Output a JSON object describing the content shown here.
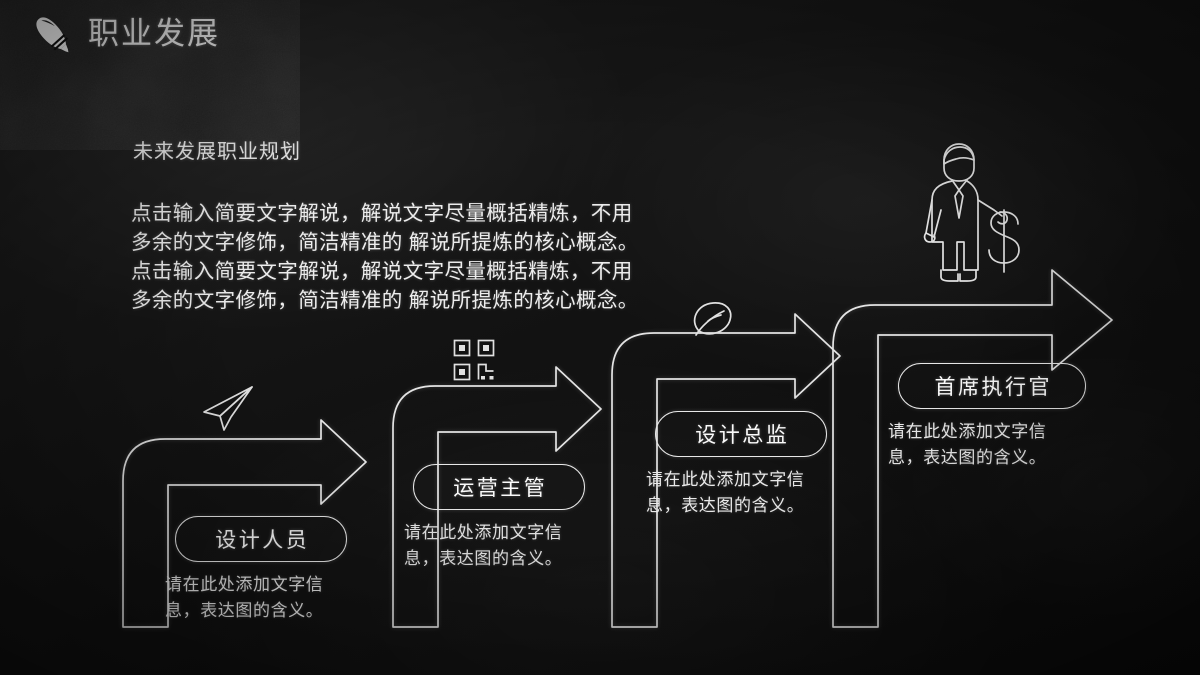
{
  "header": {
    "icon": "pen-icon",
    "title": "职业发展"
  },
  "body": {
    "subtitle": "未来发展职业规划",
    "paragraph_lines": [
      "点击输入简要文字解说，解说文字尽量概括精炼，不用",
      "多余的文字修饰，简洁精准的 解说所提炼的核心概念。",
      "点击输入简要文字解说，解说文字尽量概括精炼，不用",
      "多余的文字修饰，简洁精准的 解说所提炼的核心概念。"
    ]
  },
  "staircase": {
    "steps": [
      {
        "label": "设计人员",
        "caption_line1": "请在此处添加文字信",
        "caption_line2": "息，表达图的含义。",
        "icon": "paper-plane-icon"
      },
      {
        "label": "运营主管",
        "caption_line1": "请在此处添加文字信",
        "caption_line2": "息，表达图的含义。",
        "icon": "qr-code-icon"
      },
      {
        "label": "设计总监",
        "caption_line1": "请在此处添加文字信",
        "caption_line2": "息，表达图的含义。",
        "icon": "leaf-icon"
      },
      {
        "label": "首席执行官",
        "caption_line1": "请在此处添加文字信",
        "caption_line2": "息，表达图的含义。",
        "icon": "businessman-with-dollar-icon"
      }
    ]
  },
  "colors": {
    "background": "#111111",
    "chalk": "#e8e8e8",
    "text": "#f0f0f0"
  }
}
